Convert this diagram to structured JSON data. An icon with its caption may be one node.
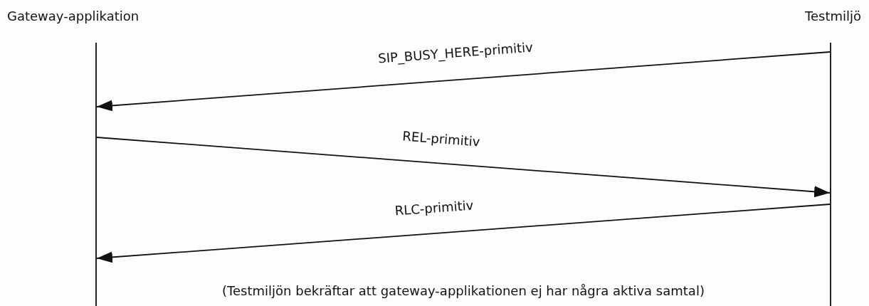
{
  "diagram": {
    "nodes": [
      {
        "text": [],
        "shape": "bar",
        "beside": [
          "Gateway-applikation"
        ]
      },
      {
        "text": [],
        "shape": "bar",
        "beside": [
          "Testmiljö"
        ]
      }
    ],
    "edges": [
      {
        "from": 1,
        "to": 0,
        "arrow": "to",
        "label": "SIP_BUSY_HERE-primitiv"
      },
      {
        "from": 0,
        "to": 1,
        "arrow": "to",
        "label": "REL-primitiv"
      },
      {
        "from": 1,
        "to": 0,
        "arrow": "to",
        "label": "RLC-primitiv"
      }
    ],
    "labels": [
      "(Testmiljön bekräftar att gateway-applikationen ej har några aktiva samtal)"
    ]
  }
}
